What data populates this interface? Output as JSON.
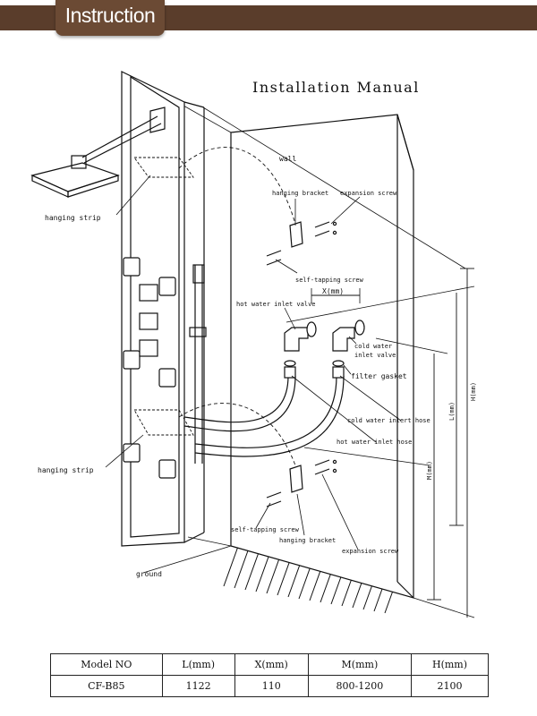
{
  "header": {
    "tab_label": "Instruction",
    "band_color": "#5a3d2b",
    "tab_color": "#6b4a34"
  },
  "title": "Installation Manual",
  "labels": {
    "wall": "wall",
    "hanging_strip_top": "hanging strip",
    "hanging_strip_bottom": "hanging strip",
    "hanging_bracket_top": "hanging bracket",
    "expansion_screw_top": "expansion screw",
    "self_tapping_screw_top": "self-tapping screw",
    "x_mm": "X(mm)",
    "hot_water_inlet_valve": "hot water inlet valve",
    "cold_water_inlet_valve_1": "cold water",
    "cold_water_inlet_valve_2": "inlet valve",
    "filter_gasket": "filter gasket",
    "cold_water_inlet_hose": "cold water inlert hose",
    "hot_water_inlet_hose": "hot water inlet hose",
    "self_tapping_screw_bottom": "self-tapping screw",
    "hanging_bracket_bottom": "hanging bracket",
    "expansion_screw_bottom": "expansion screw",
    "ground": "ground",
    "l_mm": "L(mm)",
    "h_mm": "H(mm)",
    "m_mm": "M(mm)"
  },
  "table": {
    "headers": [
      "Model NO",
      "L(mm)",
      "X(mm)",
      "M(mm)",
      "H(mm)"
    ],
    "rows": [
      [
        "CF-B85",
        "1122",
        "110",
        "800-1200",
        "2100"
      ]
    ]
  }
}
